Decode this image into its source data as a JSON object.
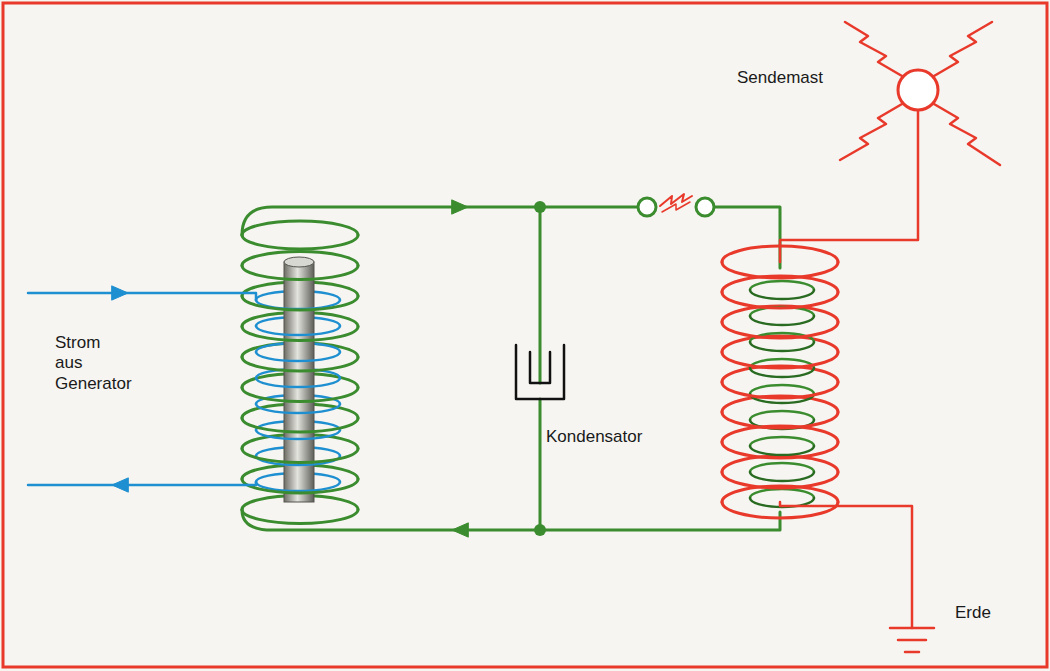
{
  "diagram": {
    "labels": [
      "Sendemast",
      "Strom aus Generator",
      "Kondensator",
      "Erde"
    ]
  }
}
